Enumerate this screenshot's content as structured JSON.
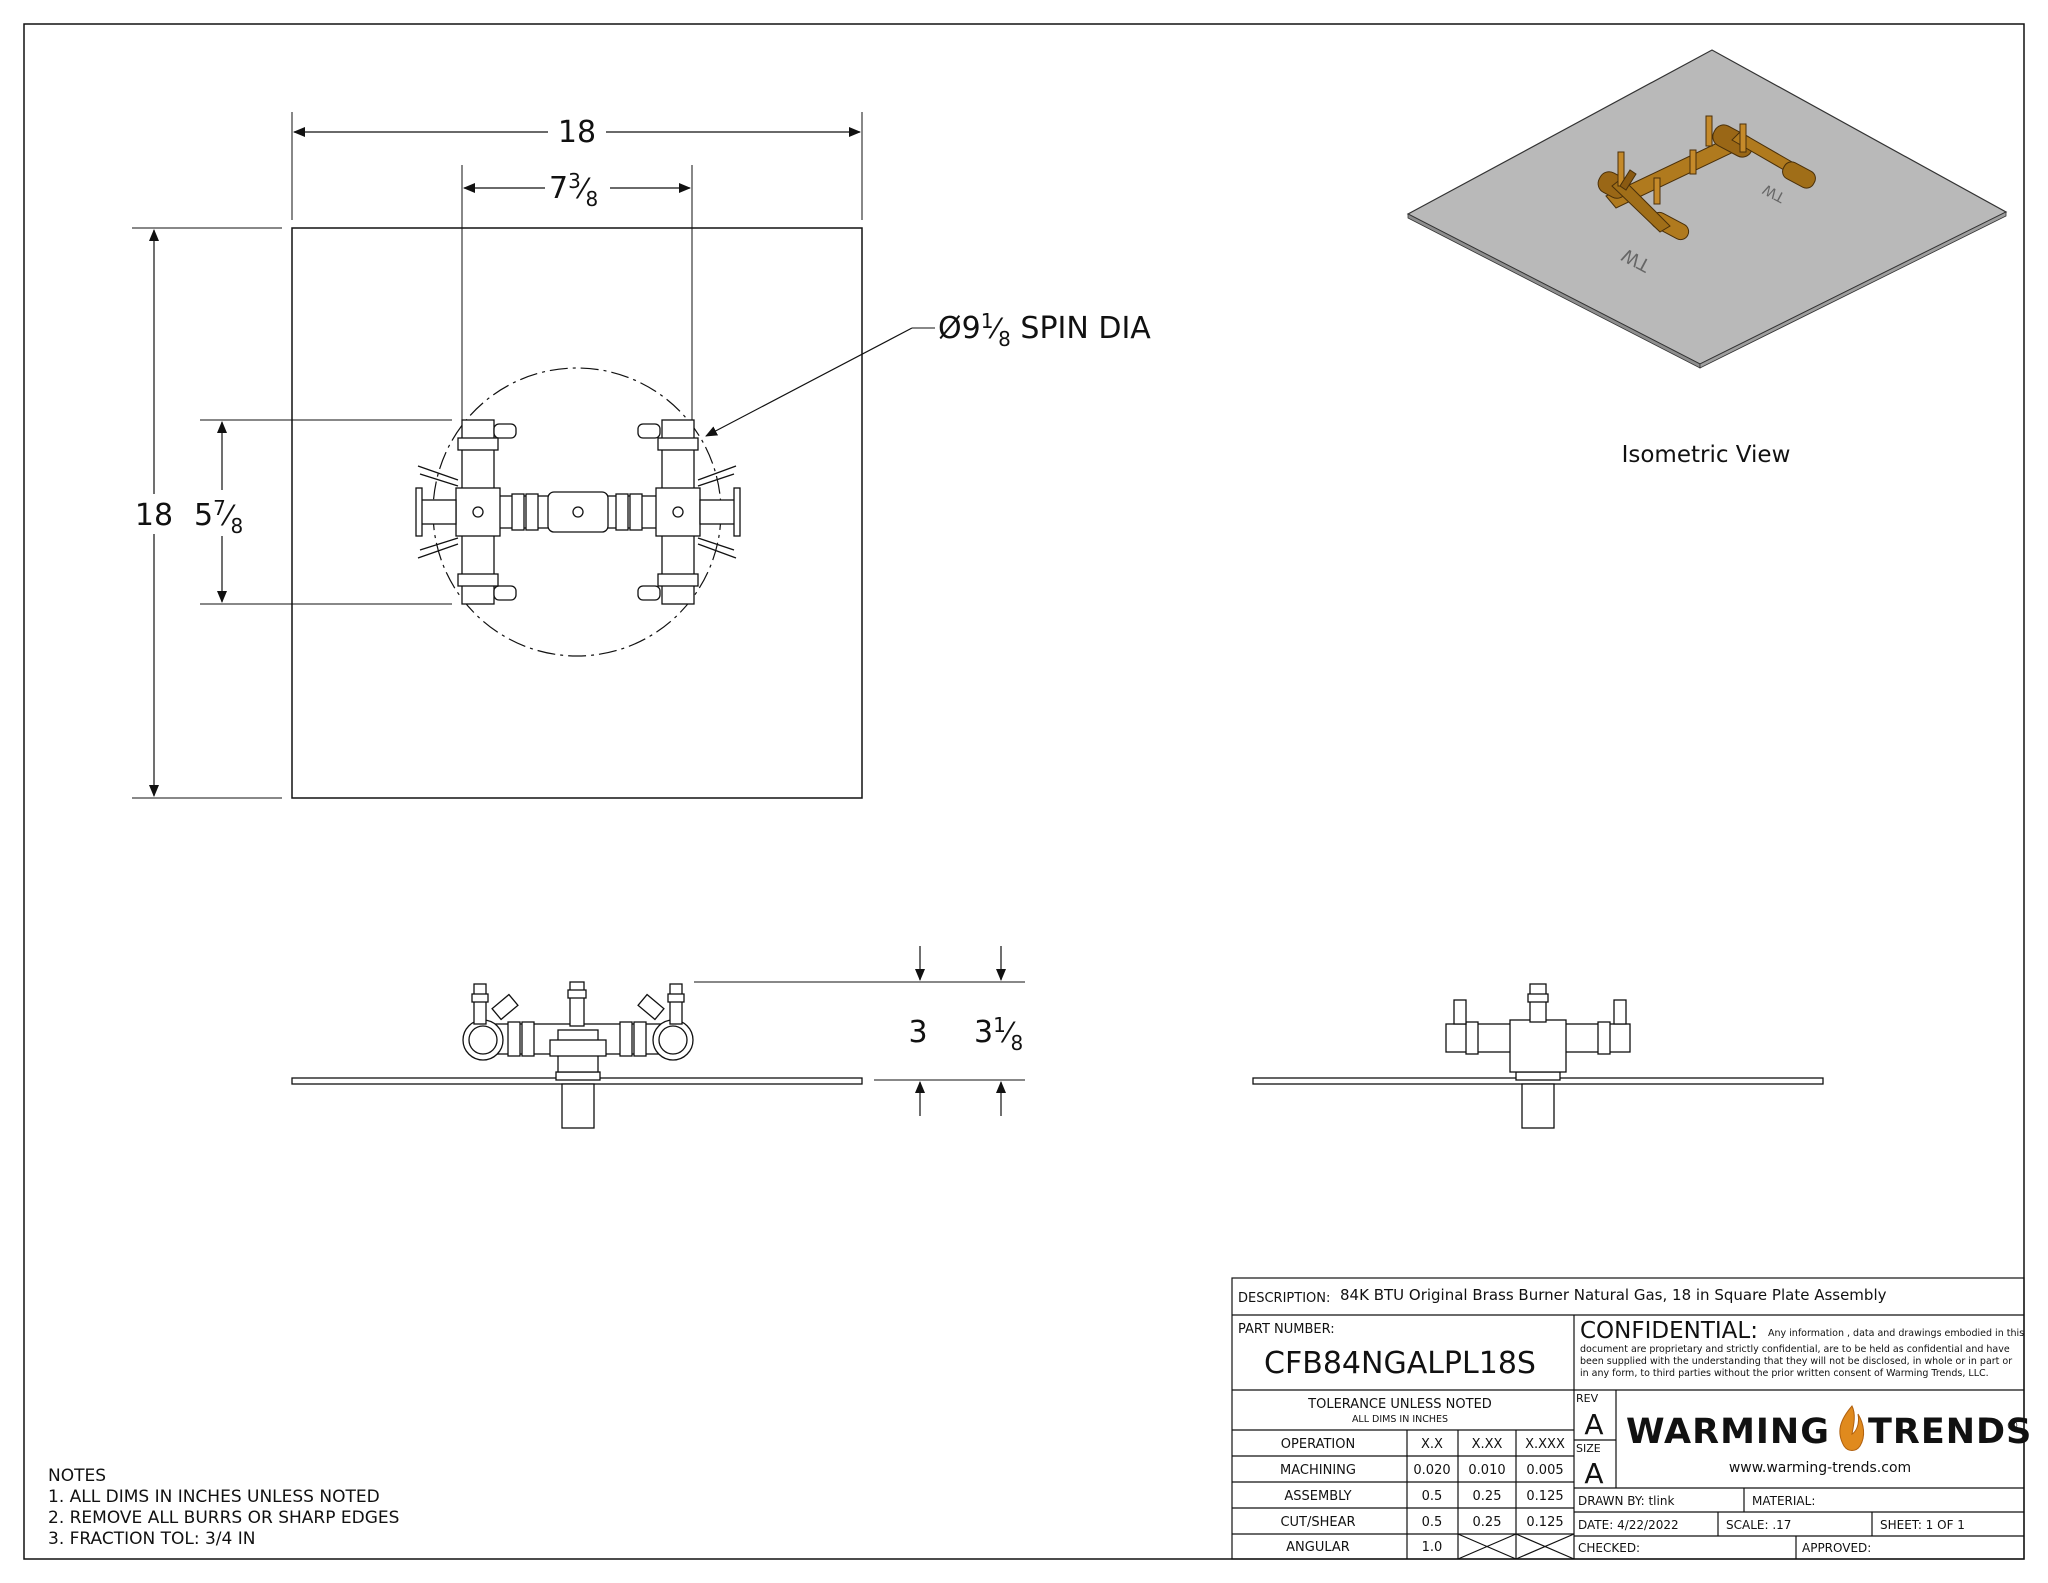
{
  "top_view": {
    "overall_width": "18",
    "overall_height": "18",
    "inner_width_whole": "7",
    "inner_width_num": "3",
    "inner_width_den": "8",
    "inner_height_whole": "5",
    "inner_height_num": "7",
    "inner_height_den": "8",
    "spin_callout_prefix": "Ø9",
    "spin_callout_num": "1",
    "spin_callout_den": "8",
    "spin_callout_suffix": " SPIN DIA"
  },
  "isometric": {
    "label": "Isometric View"
  },
  "side_view": {
    "height_1": "3",
    "height_2_whole": "3",
    "height_2_num": "1",
    "height_2_den": "8"
  },
  "notes": {
    "title": "NOTES",
    "items": [
      "1. ALL DIMS IN INCHES UNLESS NOTED",
      "2. REMOVE ALL BURRS OR SHARP EDGES",
      "3. FRACTION TOL: 3/4 IN"
    ]
  },
  "title_block": {
    "description_label": "DESCRIPTION:",
    "description": "84K BTU Original Brass Burner Natural Gas, 18 in Square Plate Assembly",
    "part_number_label": "PART NUMBER:",
    "part_number": "CFB84NGALPL18S",
    "confidential_heading": "CONFIDENTIAL:",
    "confidential_line1": "Any information , data and drawings embodied in this",
    "confidential_line2": "document are proprietary and strictly confidential, are to be held as confidential and have",
    "confidential_line3": "been supplied with the understanding that they will not be disclosed, in whole or in part or",
    "confidential_line4": "in any form, to third parties without the prior written consent of Warming Trends, LLC.",
    "tolerance_heading": "TOLERANCE UNLESS NOTED",
    "tolerance_sub": "ALL DIMS IN INCHES",
    "tolerance_columns": [
      "OPERATION",
      "X.X",
      "X.XX",
      "X.XXX"
    ],
    "tolerance_rows": [
      [
        "MACHINING",
        "0.020",
        "0.010",
        "0.005"
      ],
      [
        "ASSEMBLY",
        "0.5",
        "0.25",
        "0.125"
      ],
      [
        "CUT/SHEAR",
        "0.5",
        "0.25",
        "0.125"
      ],
      [
        "ANGULAR",
        "1.0",
        "",
        ""
      ]
    ],
    "rev_label": "REV",
    "rev": "A",
    "size_label": "SIZE",
    "size": "A",
    "logo_text_left": "WARMING",
    "logo_text_right": "TRENDS",
    "logo_registered": "®",
    "website": "www.warming-trends.com",
    "drawn_by": "DRAWN BY: tlink",
    "material": "MATERIAL:",
    "date": "DATE:   4/22/2022",
    "scale": "SCALE:  .17",
    "sheet": "SHEET:  1   OF   1",
    "checked": "CHECKED:",
    "approved": "APPROVED:"
  },
  "colors": {
    "line": "#111111",
    "plate_fill": "#b9b9b9",
    "brass": "#b07a1e",
    "brass_dark": "#6e4a10",
    "flame": "#e08a1e"
  }
}
